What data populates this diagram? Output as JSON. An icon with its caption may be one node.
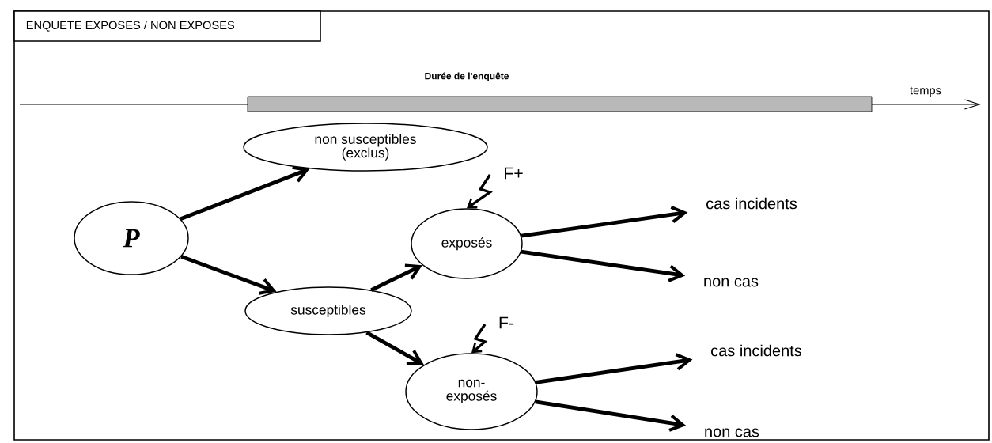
{
  "diagram": {
    "title": "ENQUETE EXPOSES / NON EXPOSES",
    "nodes": [
      {
        "text": [
          "P"
        ]
      },
      {
        "text": [
          "non susceptibles (exclus)"
        ]
      },
      {
        "text": [
          "susceptibles"
        ]
      },
      {
        "text": [
          "exposés"
        ]
      },
      {
        "text": [
          "non- exposés"
        ]
      },
      {
        "text": [
          "cas incidents"
        ]
      },
      {
        "text": [
          "non cas"
        ]
      },
      {
        "text": [
          "cas incidents"
        ]
      },
      {
        "text": [
          "non cas"
        ]
      },
      {
        "text": [
          "F+"
        ]
      },
      {
        "text": [
          "F-"
        ]
      }
    ],
    "edges": [
      {
        "from": 0,
        "to": 1,
        "arrow": "to"
      },
      {
        "from": 0,
        "to": 2,
        "arrow": "to"
      },
      {
        "from": 2,
        "to": 3,
        "arrow": "to"
      },
      {
        "from": 2,
        "to": 4,
        "arrow": "to"
      },
      {
        "from": 3,
        "to": 5,
        "arrow": "to"
      },
      {
        "from": 3,
        "to": 6,
        "arrow": "to"
      },
      {
        "from": 4,
        "to": 7,
        "arrow": "to"
      },
      {
        "from": 4,
        "to": 8,
        "arrow": "to"
      },
      {
        "from": 9,
        "to": 3,
        "arrow": "to"
      },
      {
        "from": 10,
        "to": 4,
        "arrow": "to"
      }
    ],
    "labels": [
      "Durée de l'enquête",
      "temps"
    ]
  }
}
